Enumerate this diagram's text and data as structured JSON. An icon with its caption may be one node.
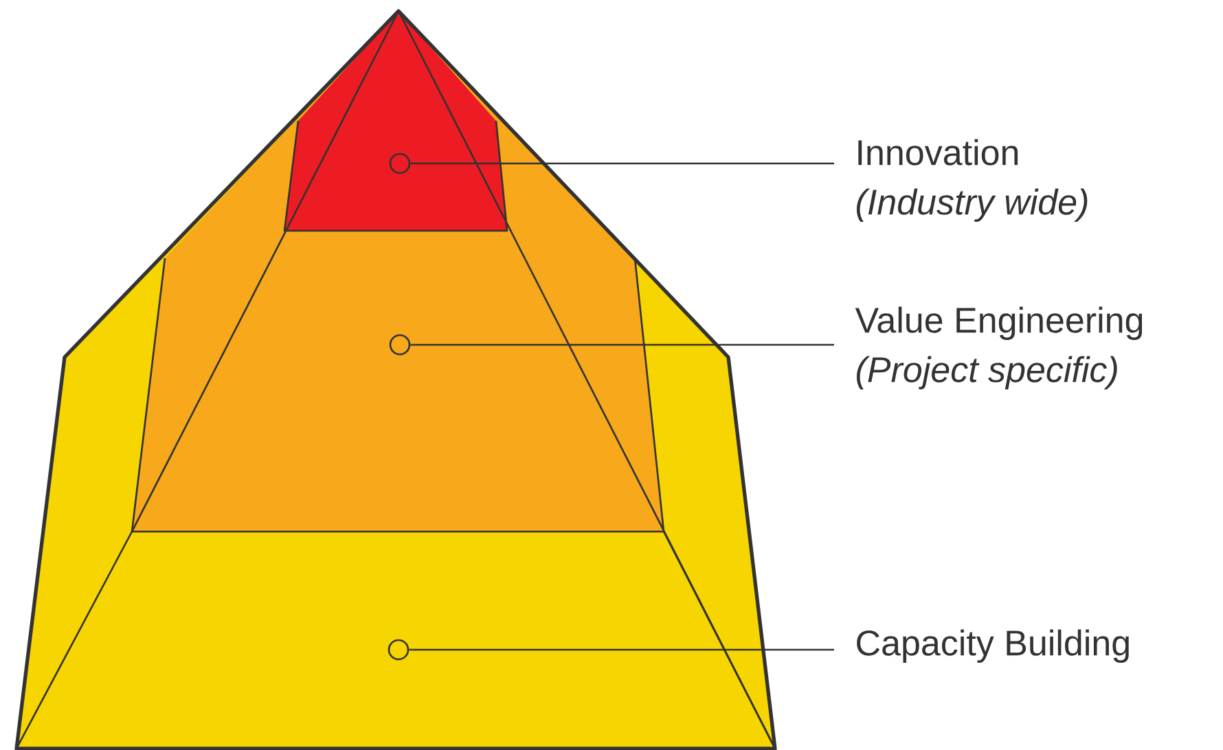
{
  "diagram": {
    "nodes": [
      {
        "text": [
          "Innovation",
          "(Industry wide)"
        ]
      },
      {
        "text": [],
        "shape": "circle"
      },
      {
        "text": [
          "Value Engineering",
          "(Project specific)"
        ]
      },
      {
        "text": [],
        "shape": "circle"
      },
      {
        "text": [
          "Capacity Building"
        ]
      },
      {
        "text": [],
        "shape": "circle"
      }
    ],
    "edges": [
      {
        "from": 0,
        "to": 1,
        "arrow": "none"
      },
      {
        "from": 2,
        "to": 3,
        "arrow": "none"
      },
      {
        "from": 4,
        "to": 5,
        "arrow": "none"
      }
    ]
  }
}
